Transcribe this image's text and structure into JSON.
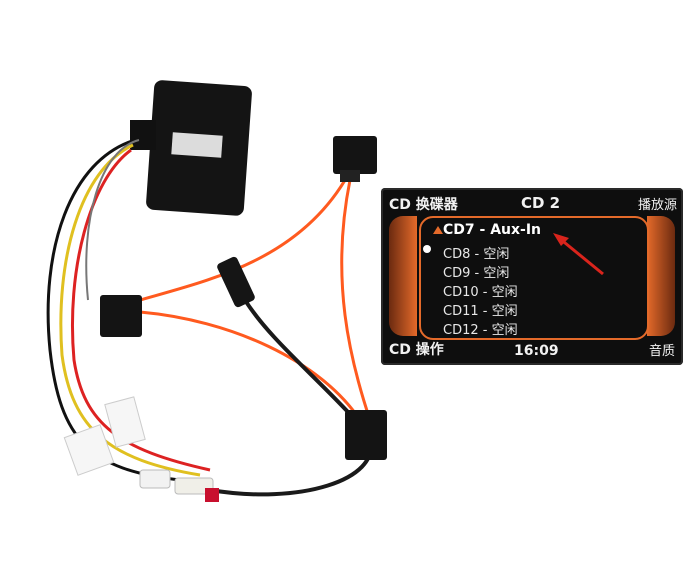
{
  "display": {
    "header_left": "CD 换碟器",
    "header_center": "CD 2",
    "header_right": "播放源",
    "tracks": [
      "CD7 - Aux-In",
      "CD8 - 空闲",
      "CD9 - 空闲",
      "CD10 - 空闲",
      "CD11 - 空闲",
      "CD12 - 空闲"
    ],
    "footer_left": "CD 操作",
    "footer_center": "16:09",
    "footer_right": "音质"
  },
  "colors": {
    "accent": "#e46a2a",
    "cable_orange": "#ff5a1f",
    "module_black": "#141414",
    "arrow_red": "#d9241c"
  }
}
